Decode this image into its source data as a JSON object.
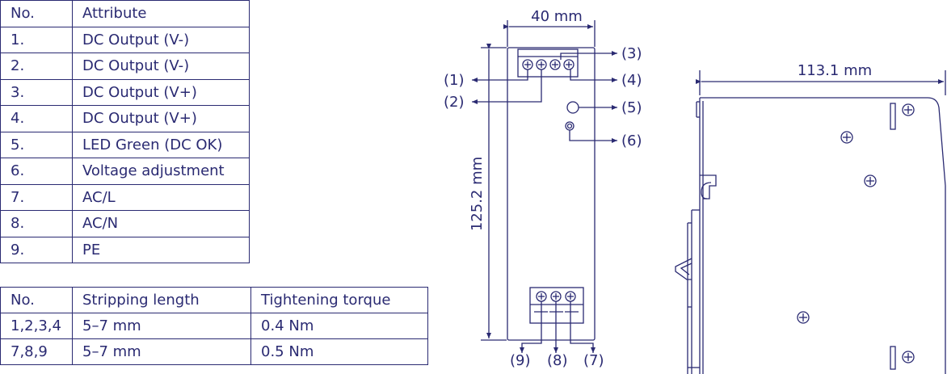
{
  "attributes_table": {
    "headers": [
      "No.",
      "Attribute"
    ],
    "rows": [
      [
        "1.",
        "DC Output (V-)"
      ],
      [
        "2.",
        "DC Output (V-)"
      ],
      [
        "3.",
        "DC Output (V+)"
      ],
      [
        "4.",
        "DC Output (V+)"
      ],
      [
        "5.",
        "LED Green (DC OK)"
      ],
      [
        "6.",
        "Voltage adjustment"
      ],
      [
        "7.",
        "AC/L"
      ],
      [
        "8.",
        "AC/N"
      ],
      [
        "9.",
        "PE"
      ]
    ]
  },
  "wiring_table": {
    "headers": [
      "No.",
      "Stripping length",
      "Tightening torque"
    ],
    "rows": [
      [
        "1,2,3,4",
        "5–7 mm",
        "0.4 Nm"
      ],
      [
        "7,8,9",
        "5–7 mm",
        "0.5 Nm"
      ]
    ]
  },
  "front_view": {
    "width_label": "40 mm",
    "height_label": "125.2 mm",
    "callouts": [
      "(1)",
      "(2)",
      "(3)",
      "(4)",
      "(5)",
      "(6)",
      "(7)",
      "(8)",
      "(9)"
    ]
  },
  "side_view": {
    "depth_label": "113.1 mm"
  },
  "colors": {
    "ink": "#2a2a72"
  }
}
